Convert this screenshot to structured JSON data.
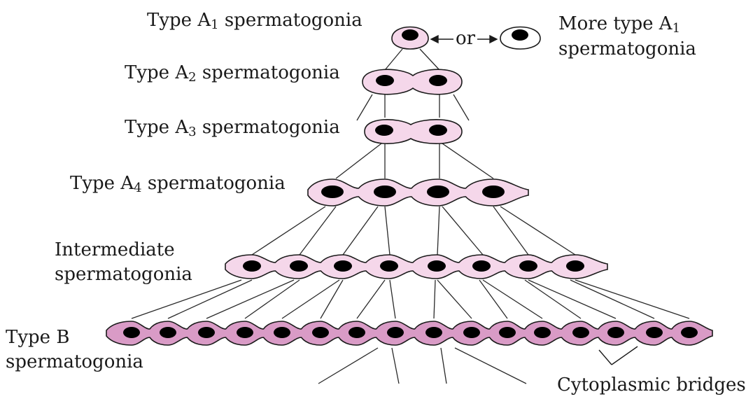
{
  "labels": {
    "a1": {
      "prefix": "Type A",
      "sub": "1",
      "suffix": " spermatogonia"
    },
    "a2": {
      "prefix": "Type A",
      "sub": "2",
      "suffix": " spermatogonia"
    },
    "a3": {
      "prefix": "Type A",
      "sub": "3",
      "suffix": " spermatogonia"
    },
    "a4": {
      "prefix": "Type A",
      "sub": "4",
      "suffix": " spermatogonia"
    },
    "intermediate": {
      "line1": "Intermediate",
      "line2": "spermatogonia"
    },
    "typeB": {
      "line1": "Type B",
      "line2": "spermatogonia"
    },
    "more_a1": {
      "line1_prefix": "More type A",
      "line1_sub": "1",
      "line2": "spermatogonia"
    },
    "or": "or",
    "bridges": "Cytoplasmic bridges"
  },
  "colors": {
    "cell_light": "#f5d7ea",
    "cell_dark": "#d99bc6",
    "nucleus": "#000000",
    "outline": "#1a1a1a",
    "line": "#2a2a2a"
  },
  "rows": [
    {
      "id": "a1",
      "cells": 1
    },
    {
      "id": "a2",
      "cells": 2
    },
    {
      "id": "a3",
      "cells": 2
    },
    {
      "id": "a4",
      "cells": 4
    },
    {
      "id": "intermediate",
      "cells": 8
    },
    {
      "id": "typeB",
      "cells": 16
    }
  ]
}
